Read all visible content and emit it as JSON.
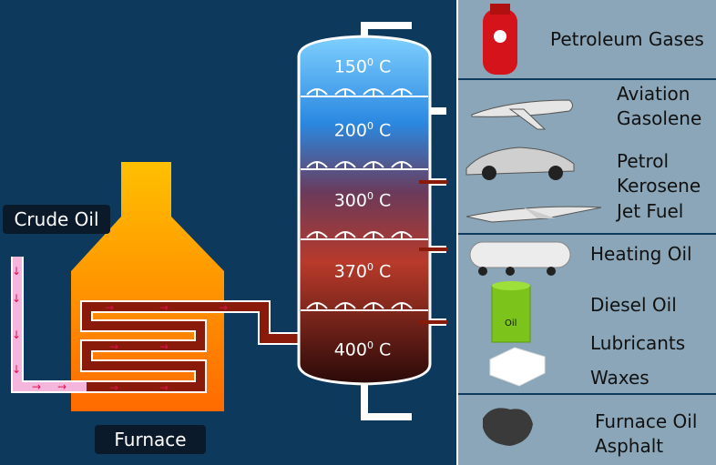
{
  "labels": {
    "crude_oil": "Crude Oil",
    "furnace": "Furnace"
  },
  "temperatures": [
    {
      "value": "150",
      "unit": "C",
      "sup": "0"
    },
    {
      "value": "200",
      "unit": "C",
      "sup": "0"
    },
    {
      "value": "300",
      "unit": "C",
      "sup": "0"
    },
    {
      "value": "370",
      "unit": "C",
      "sup": "0"
    },
    {
      "value": "400",
      "unit": "C",
      "sup": "0"
    }
  ],
  "products": {
    "group1": [
      "Petroleum Gases"
    ],
    "group2a": [
      "Aviation",
      "Gasolene"
    ],
    "group2b": [
      "Petrol",
      "Kerosene",
      "Jet Fuel"
    ],
    "group3": [
      "Heating Oil",
      "Diesel Oil",
      "Lubricants",
      "Waxes"
    ],
    "group4": [
      "Furnace Oil",
      "Asphalt"
    ],
    "barrel_label": "Oil"
  },
  "colors": {
    "background": "#0d3a5c",
    "panel": "#8aa6b8",
    "furnace_top": "#ffc000",
    "furnace_bottom": "#ff6a00",
    "pipe": "#f4b6dc"
  }
}
